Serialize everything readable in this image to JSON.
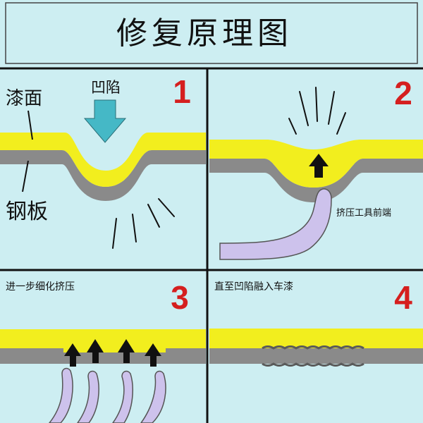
{
  "title": "修复原理图",
  "colors": {
    "background": "#cdeef2",
    "paint": "#f2ee1e",
    "steel": "#8a8a8a",
    "tool": "#cdc2ec",
    "arrow_dent": "#45b8c6",
    "accent_number": "#d51f1f",
    "divider": "#111111"
  },
  "panels": [
    {
      "number": "1",
      "labels": {
        "paint": "漆面",
        "dent": "凹陷",
        "steel": "钢板"
      }
    },
    {
      "number": "2",
      "labels": {
        "tool": "挤压工具前端"
      }
    },
    {
      "number": "3",
      "labels": {
        "caption": "进一步细化挤压"
      }
    },
    {
      "number": "4",
      "labels": {
        "caption": "直至凹陷融入车漆"
      }
    }
  ],
  "icons": {
    "dent_arrow": "down-arrow-icon",
    "push_arrow": "up-arrow-icon",
    "tool": "pressing-tool-icon"
  }
}
